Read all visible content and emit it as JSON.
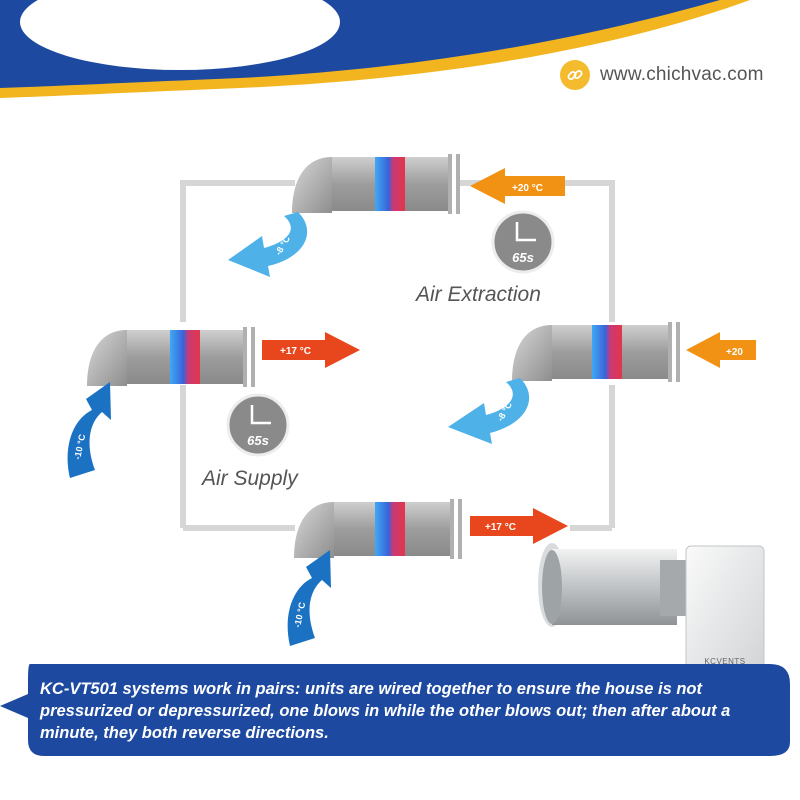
{
  "site": {
    "url": "www.chichvac.com",
    "icon": "link-icon"
  },
  "labels": {
    "extraction": "Air Extraction",
    "supply": "Air Supply"
  },
  "timers": {
    "extraction": "65s",
    "supply": "65s"
  },
  "temps": {
    "top_in": "+20 °C",
    "top_out": "-8 °C",
    "left_out": "+17 °C",
    "left_in": "-10 °C",
    "right_in": "+20",
    "right_out": "-8 °C",
    "bottom_out": "+17 °C",
    "bottom_in": "-10 °C"
  },
  "product": {
    "brand": "KCVENTS"
  },
  "caption": "KC-VT501 systems work in pairs: units are wired together to ensure the house is not pressurized or depressurized, one blows in while the other blows out; then after about a minute, they both reverse directions.",
  "colors": {
    "banner_blue": "#1d4aa0",
    "banner_gold": "#f2b520",
    "warm_arrow": "#e8461d",
    "orange_arrow": "#f29214",
    "cold_arrow": "#1b71c2",
    "cool_arrow": "#4eb2e8",
    "link_icon": "#f5bb2e"
  }
}
